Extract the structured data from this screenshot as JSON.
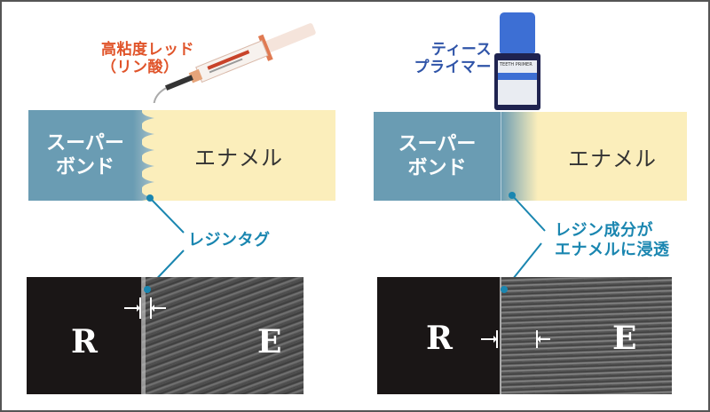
{
  "left_panel": {
    "product_label_line1": "高粘度レッド",
    "product_label_line2": "（リン酸）",
    "product_icon": "syringe-icon",
    "resin_label_line1": "スーパー",
    "resin_label_line2": "ボンド",
    "enamel_label": "エナメル",
    "callout": "レジンタグ",
    "sem_left_letter": "R",
    "sem_right_letter": "E"
  },
  "right_panel": {
    "product_label_line1": "ティース",
    "product_label_line2": "プライマー",
    "product_icon": "primer-bottle-icon",
    "bottle_text": "TEETH PRIMER",
    "resin_label_line1": "スーパー",
    "resin_label_line2": "ボンド",
    "enamel_label": "エナメル",
    "callout_line1": "レジン成分が",
    "callout_line2": "エナメルに浸透",
    "sem_left_letter": "R",
    "sem_right_letter": "E"
  },
  "colors": {
    "resin": "#6a9cb3",
    "enamel": "#fbeebb",
    "callout": "#1a86b0",
    "orange_label": "#e0542a",
    "blue_label": "#2f54a8",
    "frame": "#555555"
  }
}
